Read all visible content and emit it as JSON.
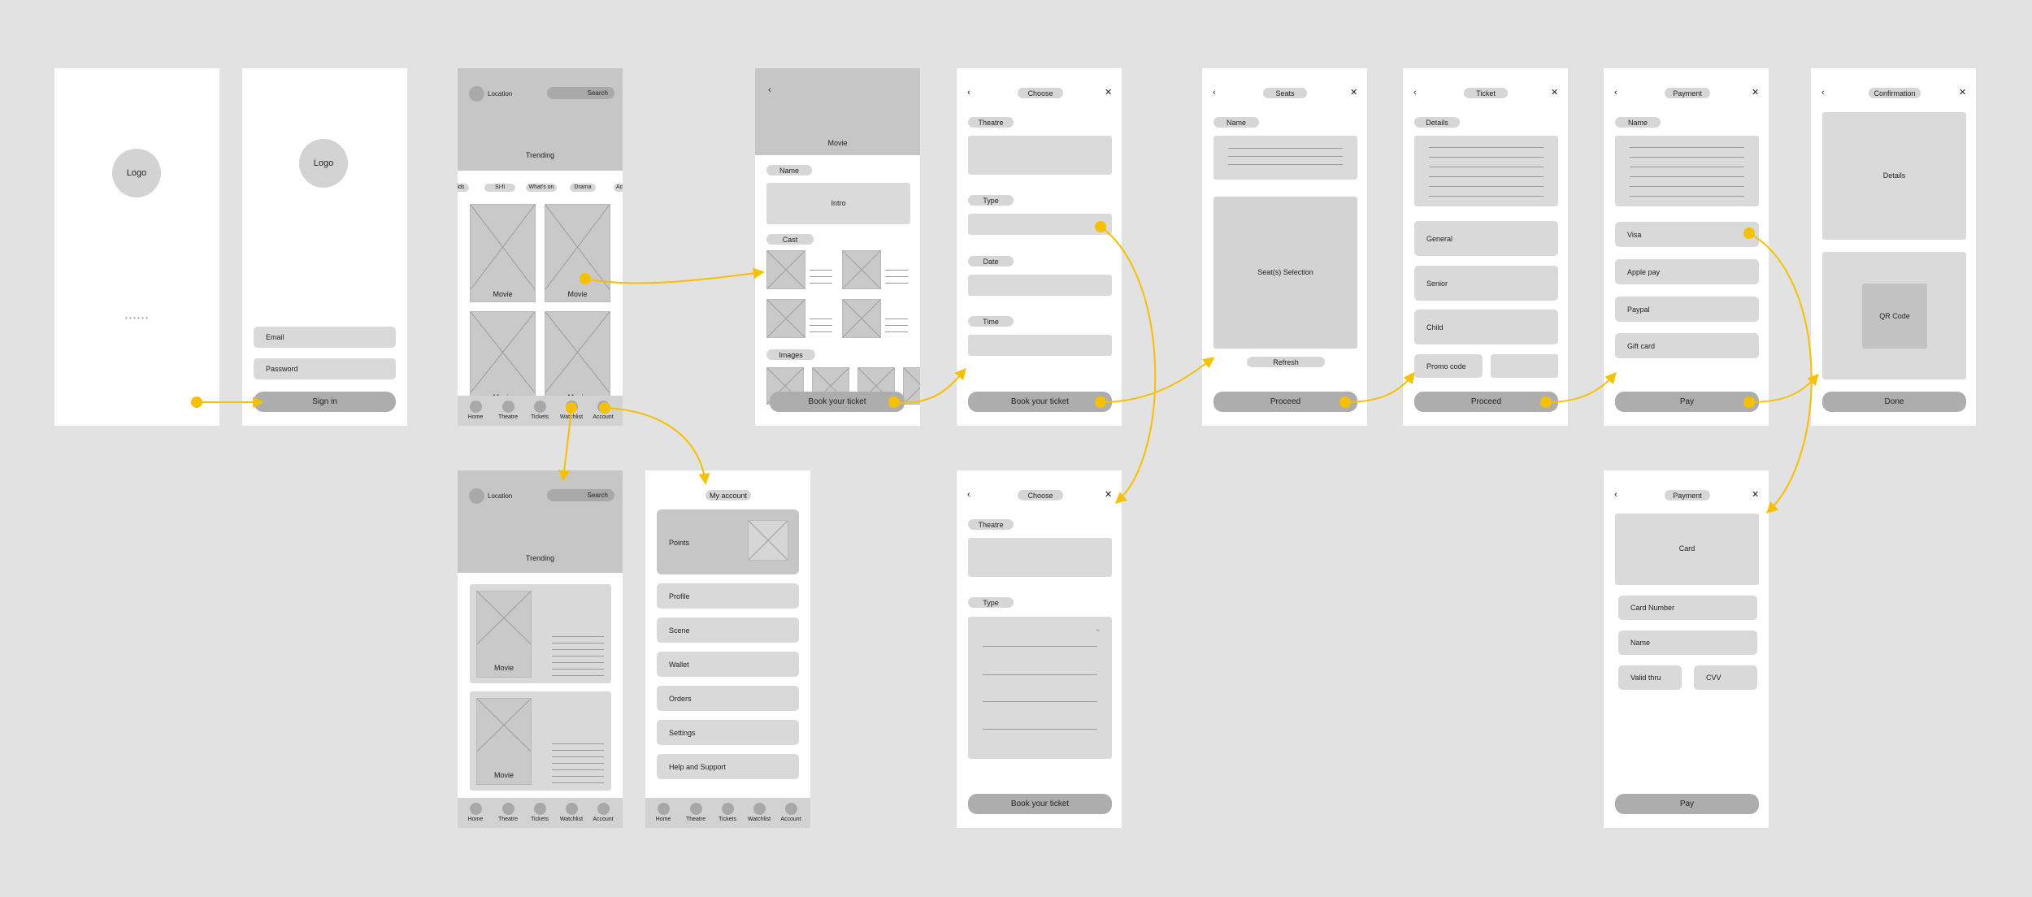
{
  "colors": {
    "background": "#e2e2e2",
    "screen": "#ffffff",
    "connector": "#f5c000",
    "placeholder": "#d9d9d9",
    "button": "#adadad"
  },
  "splash": {
    "logo": "Logo",
    "loader": "• • • • • •"
  },
  "signin": {
    "logo": "Logo",
    "email": "Email",
    "password": "Password",
    "submit": "Sign in"
  },
  "home": {
    "location": "Location",
    "search": "Search",
    "trending": "Trending",
    "genres": [
      "ids",
      "Si-fi",
      "What's on",
      "Drama",
      "Ac"
    ],
    "movie": "Movie"
  },
  "nav": {
    "items": [
      "Home",
      "Theatre",
      "Tickets",
      "Watchlist",
      "Account"
    ]
  },
  "movie_detail": {
    "back_icon": "chevron-left-icon",
    "title": "Movie",
    "name": "Name",
    "intro": "Intro",
    "cast": "Cast",
    "images": "Images",
    "cta": "Book your ticket"
  },
  "choose": {
    "title": "Choose",
    "back_icon": "chevron-left-icon",
    "close_icon": "close-icon",
    "theatre": "Theatre",
    "type": "Type",
    "date": "Date",
    "time": "Time",
    "cta": "Book your ticket"
  },
  "choose_expanded": {
    "title": "Choose",
    "theatre": "Theatre",
    "type": "Type",
    "cta": "Book your ticket"
  },
  "seats": {
    "title": "Seats",
    "name": "Name",
    "selection": "Seat(s) Selection",
    "refresh": "Refresh",
    "cta": "Proceed"
  },
  "ticket": {
    "title": "Ticket",
    "details": "Details",
    "options": [
      "General",
      "Senior",
      "Child"
    ],
    "promo": "Promo  code",
    "cta": "Proceed"
  },
  "payment": {
    "title": "Payment",
    "name": "Name",
    "methods": [
      "Visa",
      "Apple pay",
      "Paypal",
      "Gift card"
    ],
    "cta": "Pay"
  },
  "card_payment": {
    "title": "Payment",
    "card": "Card",
    "card_number": "Card Number",
    "name": "Name",
    "valid_thru": "Valid thru",
    "cvv": "CVV",
    "cta": "Pay"
  },
  "confirmation": {
    "title": "Confirmation",
    "details": "Details",
    "qr": "QR Code",
    "cta": "Done"
  },
  "trending_list": {
    "location": "Location",
    "search": "Search",
    "trending": "Trending",
    "movie": "Movie"
  },
  "account": {
    "title": "My account",
    "points": "Points",
    "items": [
      "Profile",
      "Scene",
      "Wallet",
      "Orders",
      "Settings",
      "Help and Support"
    ]
  }
}
